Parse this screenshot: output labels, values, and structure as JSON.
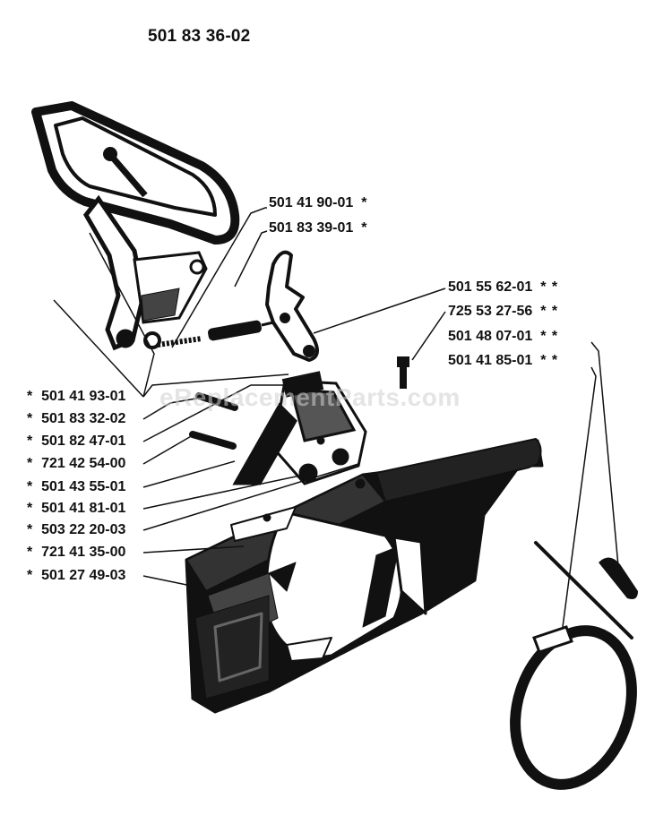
{
  "title": "501 83 36-02",
  "watermark": "eReplacementParts.com",
  "top_labels": [
    {
      "part": "501 41 90-01",
      "mark": "*"
    },
    {
      "part": "501 83 39-01",
      "mark": "*"
    }
  ],
  "right_labels": [
    {
      "part": "501 55 62-01",
      "mark": "* *"
    },
    {
      "part": "725 53 27-56",
      "mark": "* *"
    },
    {
      "part": "501 48 07-01",
      "mark": "* *"
    },
    {
      "part": "501 41 85-01",
      "mark": "* *"
    }
  ],
  "left_labels": [
    {
      "mark": "*",
      "part": "501 41 93-01"
    },
    {
      "mark": "*",
      "part": "501 83 32-02"
    },
    {
      "mark": "*",
      "part": "501 82 47-01"
    },
    {
      "mark": "*",
      "part": "721 42 54-00"
    },
    {
      "mark": "*",
      "part": "501 43 55-01"
    },
    {
      "mark": "*",
      "part": "501 41 81-01"
    },
    {
      "mark": "*",
      "part": "503 22 20-03"
    },
    {
      "mark": "*",
      "part": "721 41 35-00"
    },
    {
      "mark": "*",
      "part": "501 27 49-03"
    }
  ]
}
